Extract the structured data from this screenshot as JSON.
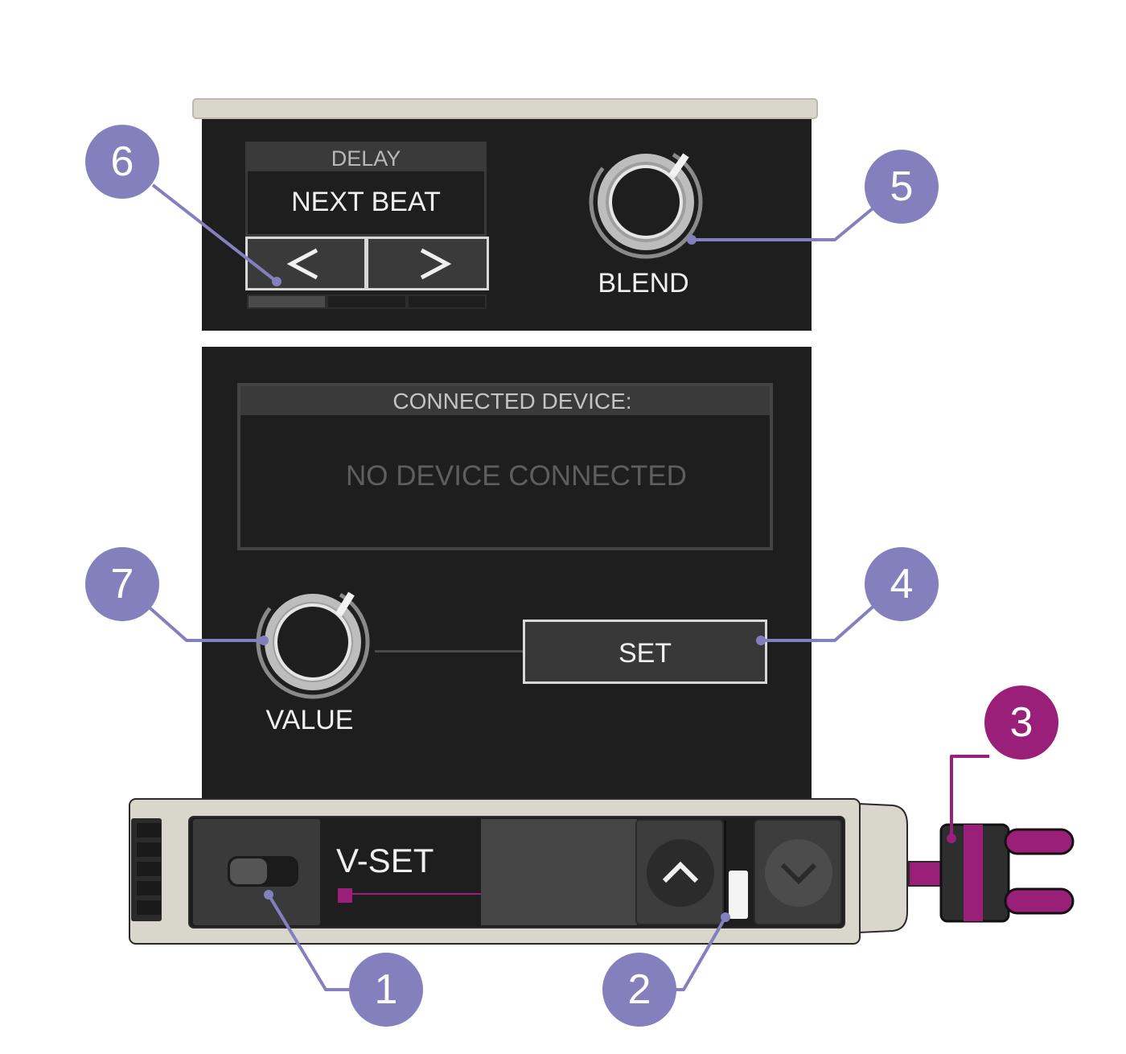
{
  "delay_panel": {
    "header": "DELAY",
    "value": "NEXT BEAT",
    "prev_glyph": "<",
    "next_glyph": ">",
    "segments_active": 1,
    "segments_total": 3
  },
  "blend_knob": {
    "label": "BLEND"
  },
  "device_panel": {
    "header": "CONNECTED DEVICE:",
    "status": "NO DEVICE CONNECTED"
  },
  "value_knob": {
    "label": "VALUE"
  },
  "set_button": {
    "label": "SET"
  },
  "bottom_bar": {
    "title": "V-SET"
  },
  "callouts": [
    "1",
    "2",
    "3",
    "4",
    "5",
    "6",
    "7"
  ],
  "colors": {
    "panel": "#1e1e1e",
    "callout_purple": "#8480bd",
    "callout_magenta": "#9a1f78",
    "housing": "#d9d6cc",
    "plug_magenta": "#9a1f78"
  }
}
